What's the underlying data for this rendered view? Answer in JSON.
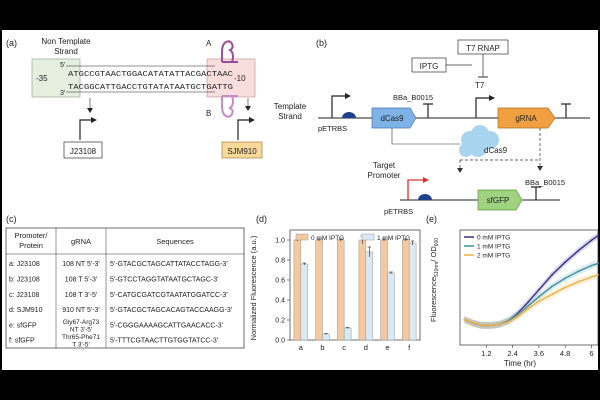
{
  "panel_a": {
    "label": "(a)",
    "non_template_title": [
      "Non Template",
      "Strand"
    ],
    "template_title": [
      "Template",
      "Strand"
    ],
    "minus35": "-35",
    "minus10": "-10",
    "five1": "5'",
    "three1": "3'",
    "seq_top": "ATGCCGTAACTGGACATATATTACGACTAAC",
    "seq_bottom": "TACGGCATTGACCTGTATATAATGCTGATTG",
    "site_a": "A",
    "site_b": "B",
    "promoter_left": "J23108",
    "promoter_right": "SJM910",
    "colors": {
      "minus35": "#e4efe0",
      "minus10": "#f9dede",
      "sjm910": "#f8d99a",
      "sgrna": "#9b4f96"
    }
  },
  "panel_b": {
    "label": "(b)",
    "t7rnap": "T7 RNAP",
    "iptg": "IPTG",
    "t7": "T7",
    "bba_top": "BBa_B0015",
    "pe_top": "pETRBS",
    "dcas9_gene": "dCas9",
    "grna_gene": "gRNA",
    "dcas9_protein": "dCas9",
    "target_promoter": [
      "Target",
      "Promoter"
    ],
    "pe_bottom": "pETRBS",
    "sfgfp": "sfGFP",
    "bba_bottom": "BBa_B0015",
    "colors": {
      "dcas9": "#7fb3e8",
      "grna": "#f0a040",
      "sfgfp": "#9fd37f",
      "cloud": "#a8d4f0",
      "target_arrow": "#e03030"
    }
  },
  "panel_c": {
    "label": "(c)",
    "headers": [
      "Promoter/\nProtein",
      "gRNA",
      "Sequences"
    ],
    "rows": [
      [
        "a: J23108",
        "108 NT 5'-3'",
        "5'-GTACGCTAGCATTATACCTAGG-3'"
      ],
      [
        "b: J23108",
        "108 T 5'-3'",
        "5'-GTCCTAGGTATAATGCTAGC-3'"
      ],
      [
        "c: J23108",
        "108 T 3'-5'",
        "5'-CATGCGATCGTAATATGGATCC-3'"
      ],
      [
        "d: SJM910",
        "910 NT 5'-3'",
        "5'-GTACGCTAGCACAGTACCAAGG-3'"
      ],
      [
        "e: sfGFP",
        "Gly67-Arg73\nNT 3'-5'",
        "5'-CGGGAAAAGCATTGAACACC-3'"
      ],
      [
        "f: sfGFP",
        "Thr65-Phe71\nT 3'-5'",
        "5'-TTTCGTAACTTGTGGTATCC-3'"
      ]
    ]
  },
  "panel_d": {
    "label": "(d)",
    "ylabel": "Normalized Fluorescence (a.u.)",
    "legend": [
      "0 mM IPTG",
      "1 mM IPTG"
    ]
  },
  "panel_e": {
    "label": "(e)",
    "ylabel": "Fluorescence",
    "ylabel_sub": "510nm",
    "ylabel_tail": "/ OD",
    "ylabel_sub2": "600",
    "xlabel": "Time (hr)",
    "legend": [
      "0 mM IPTG",
      "1 mM IPTG",
      "2 mM IPTG"
    ]
  },
  "chart_data": [
    {
      "type": "bar",
      "categories": [
        "a",
        "b",
        "c",
        "d",
        "e",
        "f"
      ],
      "series": [
        {
          "name": "0 mM IPTG",
          "values": [
            1.0,
            1.0,
            1.0,
            1.0,
            1.0,
            1.0
          ],
          "errors": [
            0.01,
            0.01,
            0.01,
            0.04,
            0.01,
            0.01
          ],
          "color": "#f5c9a0"
        },
        {
          "name": "1 mM IPTG",
          "values": [
            0.76,
            0.06,
            0.12,
            0.88,
            0.67,
            0.97
          ],
          "errors": [
            0.01,
            0.005,
            0.005,
            0.05,
            0.01,
            0.02
          ],
          "color": "#dbe9f5"
        }
      ],
      "ylabel": "Normalized Fluorescence (a.u.)",
      "ylim": [
        0,
        1.1
      ],
      "yticks": [
        "0.0",
        "0.2",
        "0.4",
        "0.6",
        "0.8",
        "1.0"
      ],
      "legend_position": "top"
    },
    {
      "type": "line",
      "x_ticks": [
        "1.2",
        "2.4",
        "3.6",
        "4.8",
        "6"
      ],
      "xlim": [
        0,
        6.3
      ],
      "ylim": [
        0,
        1.0
      ],
      "series": [
        {
          "name": "0 mM IPTG",
          "color": "#3a2f8c",
          "points": [
            [
              0.2,
              0.22
            ],
            [
              0.6,
              0.19
            ],
            [
              1.0,
              0.17
            ],
            [
              1.4,
              0.17
            ],
            [
              1.8,
              0.18
            ],
            [
              2.2,
              0.21
            ],
            [
              2.6,
              0.27
            ],
            [
              3.0,
              0.35
            ],
            [
              3.6,
              0.48
            ],
            [
              4.2,
              0.61
            ],
            [
              4.8,
              0.72
            ],
            [
              5.4,
              0.82
            ],
            [
              6.0,
              0.91
            ],
            [
              6.3,
              0.95
            ]
          ]
        },
        {
          "name": "1 mM IPTG",
          "color": "#3a8fa0",
          "points": [
            [
              0.2,
              0.22
            ],
            [
              0.6,
              0.19
            ],
            [
              1.0,
              0.17
            ],
            [
              1.4,
              0.17
            ],
            [
              1.8,
              0.18
            ],
            [
              2.2,
              0.21
            ],
            [
              2.6,
              0.26
            ],
            [
              3.0,
              0.32
            ],
            [
              3.6,
              0.42
            ],
            [
              4.2,
              0.51
            ],
            [
              4.8,
              0.58
            ],
            [
              5.4,
              0.64
            ],
            [
              6.0,
              0.69
            ],
            [
              6.3,
              0.71
            ]
          ]
        },
        {
          "name": "2 mM IPTG",
          "color": "#f0b040",
          "points": [
            [
              0.2,
              0.22
            ],
            [
              0.6,
              0.19
            ],
            [
              1.0,
              0.17
            ],
            [
              1.4,
              0.17
            ],
            [
              1.8,
              0.18
            ],
            [
              2.2,
              0.2
            ],
            [
              2.6,
              0.24
            ],
            [
              3.0,
              0.3
            ],
            [
              3.6,
              0.38
            ],
            [
              4.2,
              0.44
            ],
            [
              4.8,
              0.5
            ],
            [
              5.4,
              0.55
            ],
            [
              6.0,
              0.59
            ],
            [
              6.3,
              0.61
            ]
          ]
        }
      ],
      "legend_position": "top-left"
    }
  ]
}
